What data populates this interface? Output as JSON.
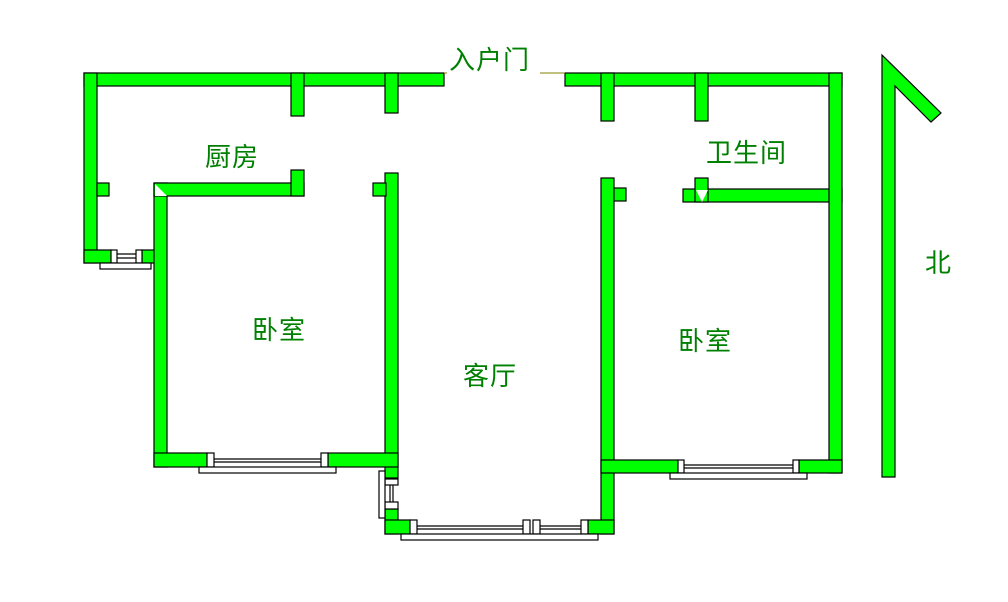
{
  "floorplan": {
    "colors": {
      "wall_fill": "#00ff00",
      "wall_stroke": "#000000",
      "label_color": "#008000",
      "background": "#ffffff"
    },
    "entrance_label": "入户门",
    "compass": {
      "label": "北",
      "icon": "north-arrow-icon"
    },
    "rooms": [
      {
        "id": "kitchen",
        "label": "厨房"
      },
      {
        "id": "bathroom",
        "label": "卫生间"
      },
      {
        "id": "bedroom-west",
        "label": "卧室"
      },
      {
        "id": "living-room",
        "label": "客厅"
      },
      {
        "id": "bedroom-east",
        "label": "卧室"
      }
    ]
  }
}
